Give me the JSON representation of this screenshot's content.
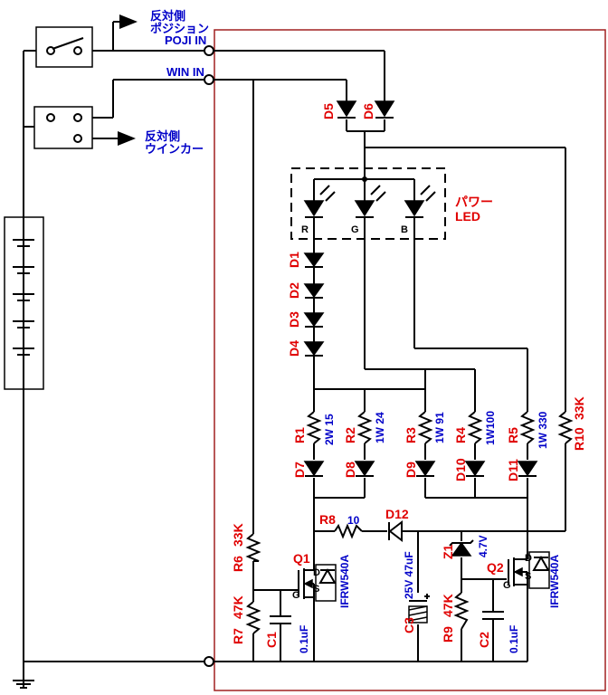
{
  "labels": {
    "opp_position": [
      "反対側",
      "ポジション",
      "POJI IN"
    ],
    "win_in": "WIN IN",
    "opp_winker": [
      "反対側",
      "ウインカー"
    ],
    "power_led": [
      "パワー",
      "LED"
    ],
    "led_r": "R",
    "led_g": "G",
    "led_b": "B"
  },
  "components": {
    "D5": "D5",
    "D6": "D6",
    "D1": "D1",
    "D2": "D2",
    "D3": "D3",
    "D4": "D4",
    "R1": {
      "name": "R1",
      "value": "2W 15"
    },
    "R2": {
      "name": "R2",
      "value": "1W 24"
    },
    "R3": {
      "name": "R3",
      "value": "1W 91"
    },
    "R4": {
      "name": "R4",
      "value": "1W100"
    },
    "R5": {
      "name": "R5",
      "value": "1W 330"
    },
    "R10": {
      "name": "R10",
      "value": "33K"
    },
    "D7": "D7",
    "D8": "D8",
    "D9": "D9",
    "D10": "D10",
    "D11": "D11",
    "R8": {
      "name": "R8",
      "value": "10"
    },
    "D12": "D12",
    "R6": {
      "name": "R6",
      "value": "33K"
    },
    "R7": {
      "name": "R7",
      "value": "47K"
    },
    "R9": {
      "name": "R9",
      "value": "47K"
    },
    "C1": {
      "name": "C1",
      "value": "0.1uF"
    },
    "C2": {
      "name": "C2",
      "value": "0.1uF"
    },
    "C3": {
      "name": "C3",
      "value": "25V 47uF"
    },
    "Z1": {
      "name": "Z1",
      "value": "4.7V"
    },
    "Q1": {
      "name": "Q1",
      "part": "IFRW540A"
    },
    "Q2": {
      "name": "Q2",
      "part": "IFRW540A"
    }
  },
  "mosfet_pins": {
    "gate": "G",
    "drain": "D",
    "source": "S"
  }
}
